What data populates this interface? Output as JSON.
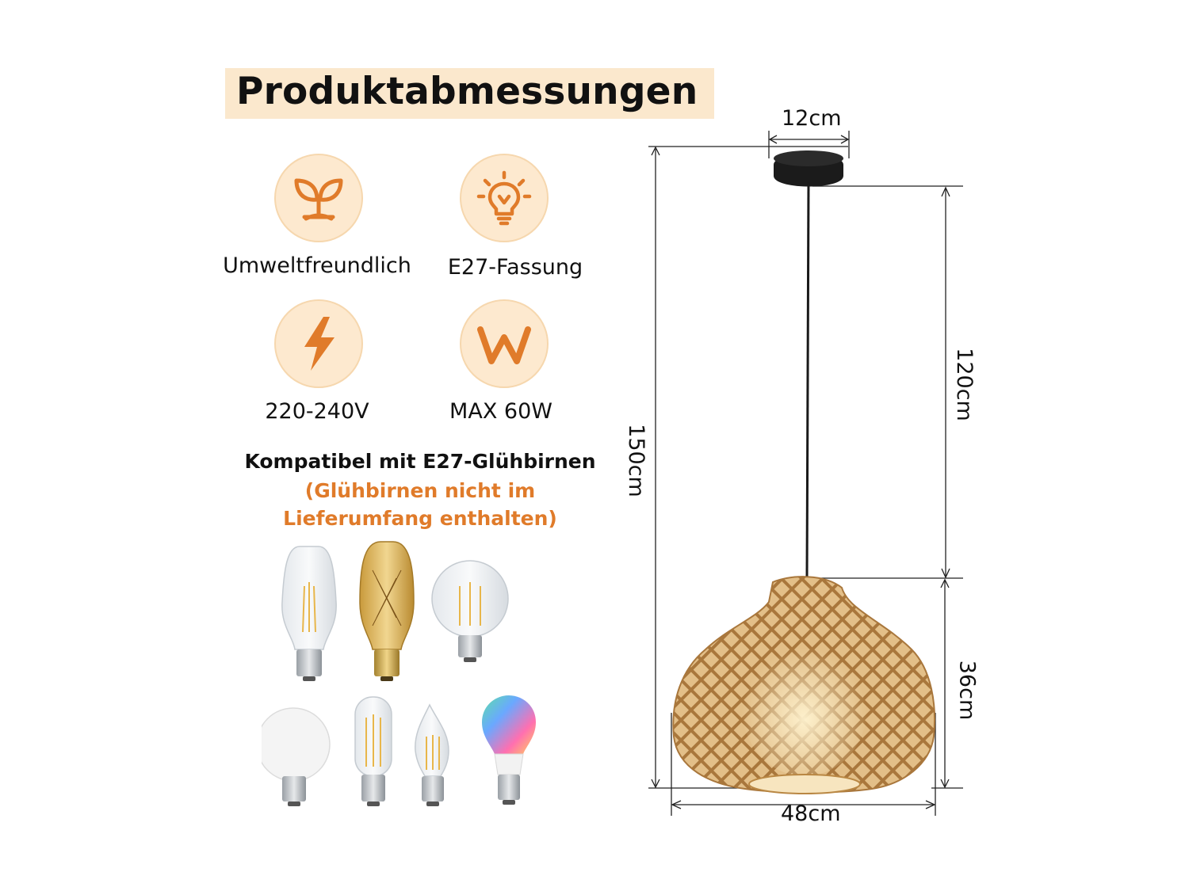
{
  "title": "Produktabmessungen",
  "features": [
    {
      "label": "Umweltfreundlich",
      "icon": "sprout-icon"
    },
    {
      "label": "E27-Fassung",
      "icon": "lightbulb-icon"
    },
    {
      "label": "220-240V",
      "icon": "lightning-bolt-icon"
    },
    {
      "label": "MAX 60W",
      "icon": "watt-w-icon"
    }
  ],
  "compat": {
    "title": "Kompatibel mit E27-Glühbirnen",
    "note": "(Glühbirnen nicht im Lieferumfang enthalten)"
  },
  "dimensions": {
    "canopy_width": "12cm",
    "total_height": "150cm",
    "cord_length": "120cm",
    "shade_height": "36cm",
    "shade_width": "48cm"
  },
  "colors": {
    "accent": "#e07b2a",
    "icon_bg": "#fde9cf",
    "title_bg": "#fbe8cd",
    "rattan": "#d9b27a"
  }
}
